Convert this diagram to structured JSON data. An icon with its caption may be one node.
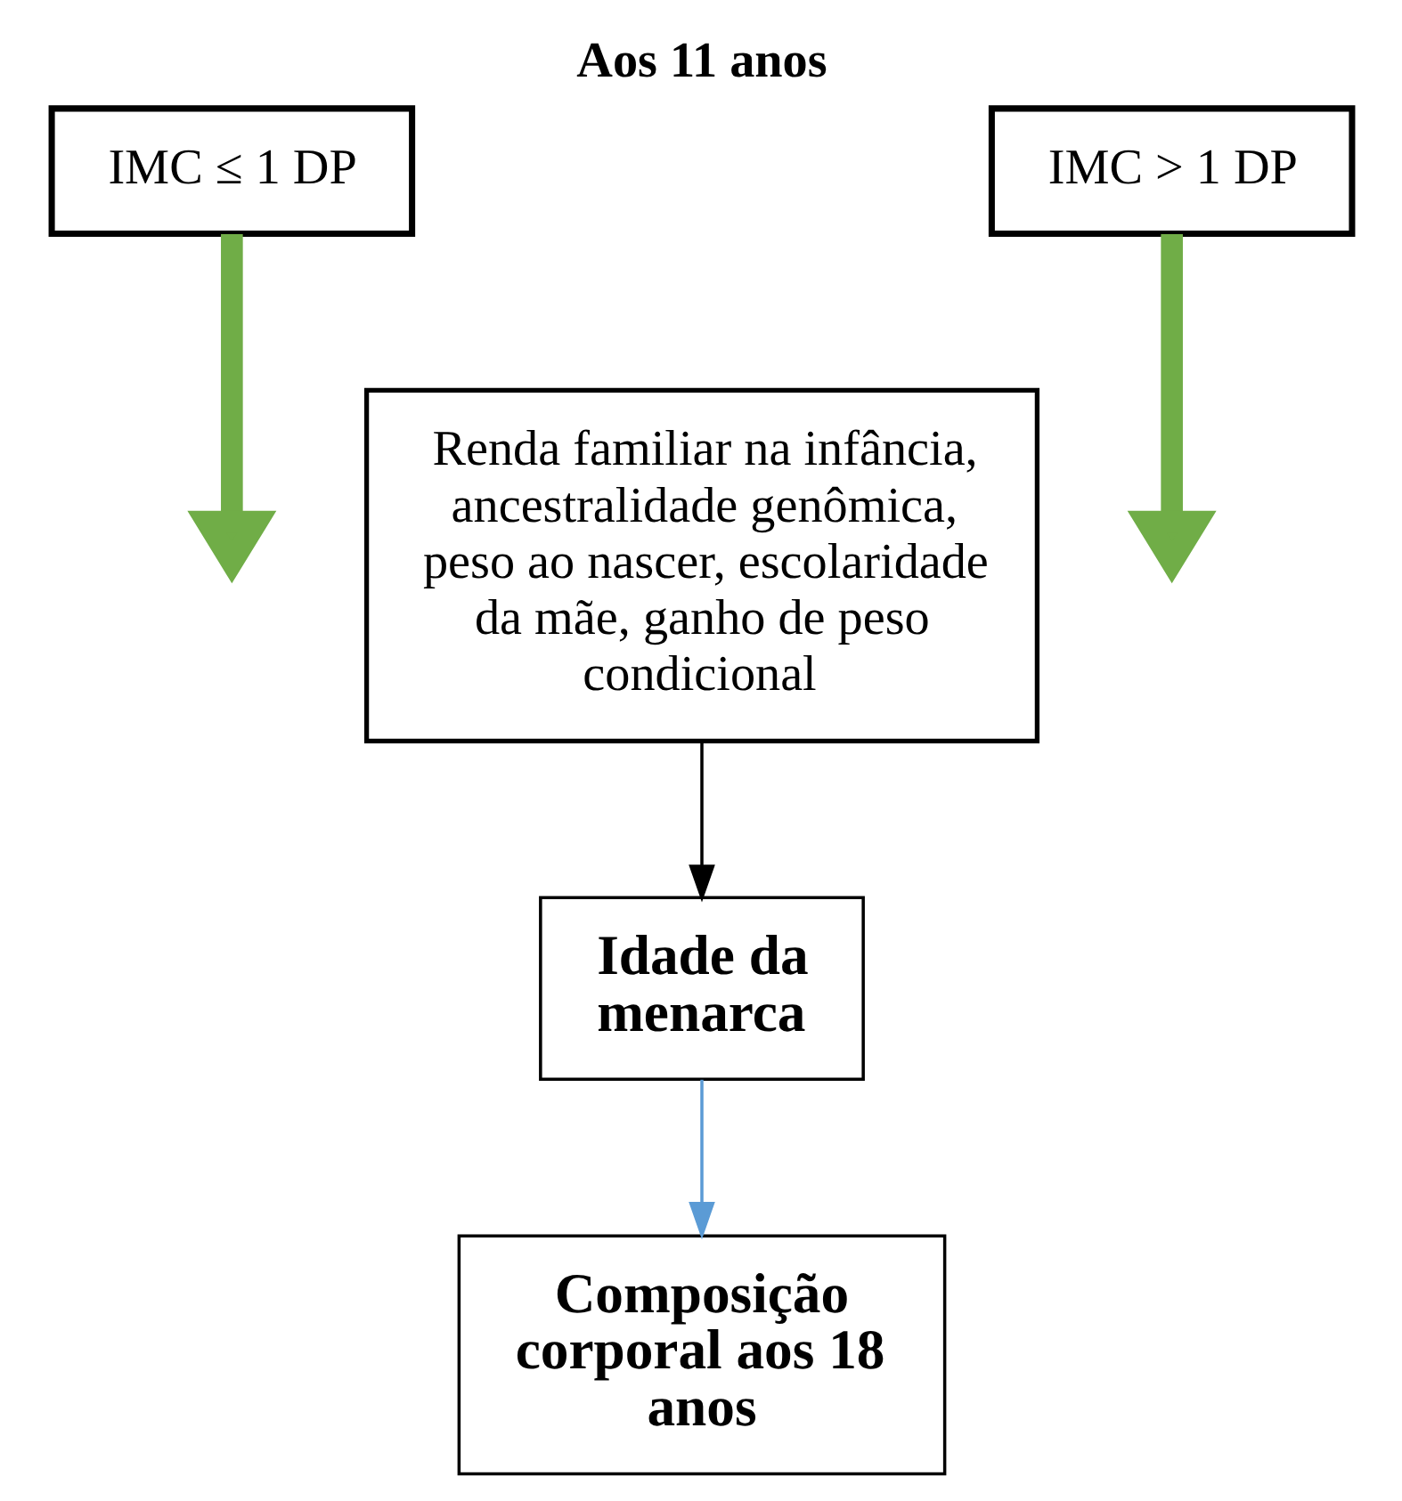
{
  "diagram": {
    "title": "Aos 11 anos",
    "nodes": [
      {
        "text": [
          "IMC ≤ 1 DP"
        ]
      },
      {
        "text": [
          "IMC > 1 DP"
        ]
      },
      {
        "text": [
          "Renda familiar na infância, ancestralidade genômica, peso ao nascer, escolaridade da mãe, ganho de peso condicional"
        ]
      },
      {
        "text": [
          "Idade da menarca"
        ]
      },
      {
        "text": [
          "Composição corporal aos 18 anos"
        ]
      }
    ],
    "edges": [
      {
        "from": 0,
        "to": null,
        "arrow": "to",
        "style": "thick",
        "color": "#70ad47"
      },
      {
        "from": 1,
        "to": null,
        "arrow": "to",
        "style": "thick",
        "color": "#70ad47"
      },
      {
        "from": 2,
        "to": 3,
        "arrow": "to",
        "color": "#000000"
      },
      {
        "from": 3,
        "to": 4,
        "arrow": "to",
        "color": "#5b9bd5"
      }
    ]
  }
}
